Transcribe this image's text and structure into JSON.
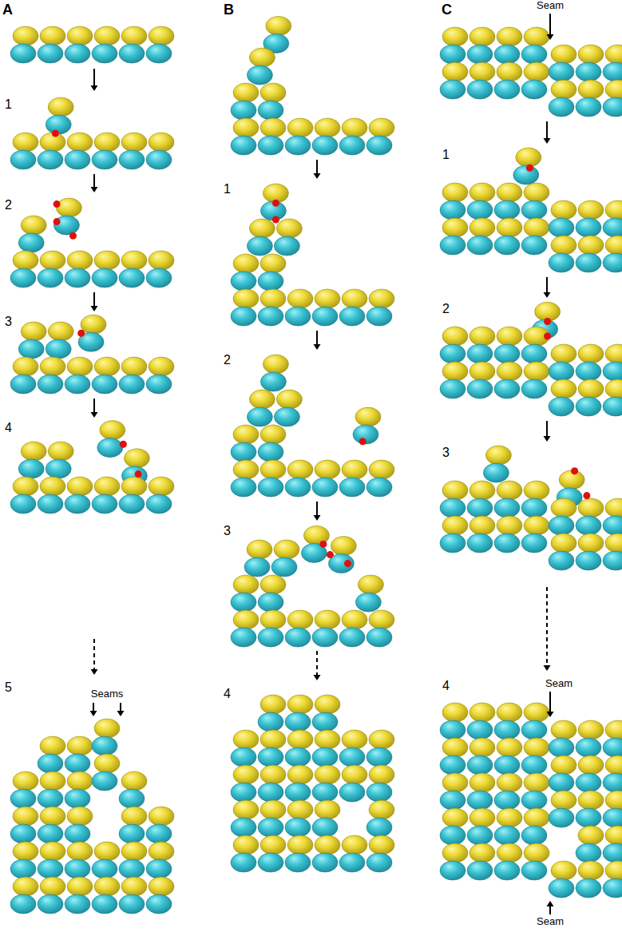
{
  "diagram": {
    "labels": [
      "A",
      "1",
      "2",
      "3",
      "4",
      "Seams",
      "5",
      "B",
      "1",
      "2",
      "3",
      "4",
      "C",
      "Seam",
      "1",
      "2",
      "3",
      "4",
      "Seam",
      "Seam"
    ]
  }
}
